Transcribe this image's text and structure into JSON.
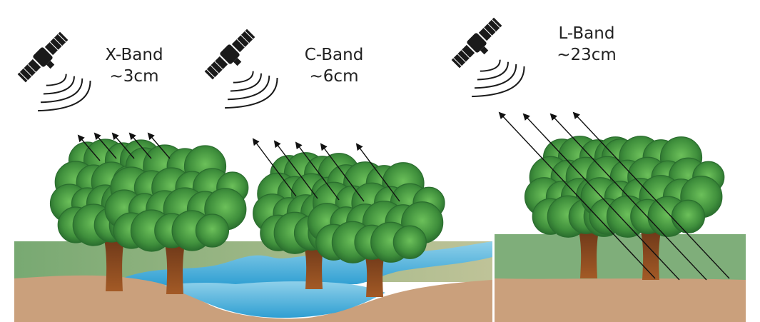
{
  "panels": [
    {
      "band": "X-Band",
      "wavelength": "~3cm",
      "penetration": "canopy surface"
    },
    {
      "band": "C-Band",
      "wavelength": "~6cm",
      "penetration": "upper canopy"
    },
    {
      "band": "L-Band",
      "wavelength": "~23cm",
      "penetration": "through canopy to ground"
    }
  ],
  "colors": {
    "sky": "#ffffff",
    "grass": "#7fae7a",
    "soil": "#caa07c",
    "water": "#5bb8de",
    "foliage_dark": "#2f7a33",
    "foliage_light": "#5fb24f",
    "trunk": "#7a3a16",
    "satellite": "#1a1a1a",
    "ray": "#111111"
  },
  "icons": [
    "satellite-icon",
    "signal-waves-icon",
    "tree-icon",
    "ray-arrow-icon"
  ]
}
